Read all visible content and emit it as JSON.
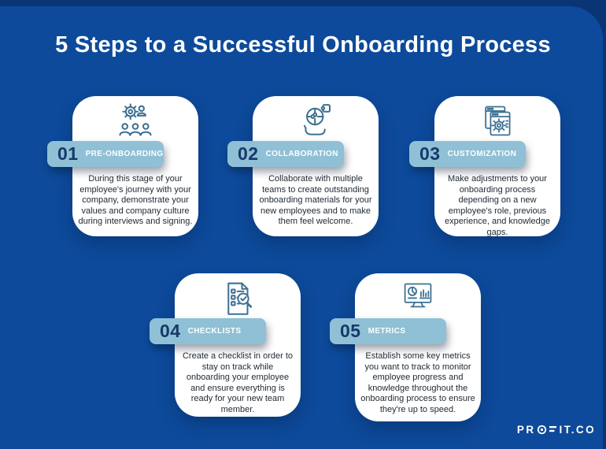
{
  "title": "5 Steps to a Successful Onboarding Process",
  "steps": [
    {
      "number": "01",
      "label": "PRE-ONBOARDING",
      "icon": "team-gear-icon",
      "description": "During this stage of your employee's journey with your company, demonstrate your values and company culture during interviews and signing."
    },
    {
      "number": "02",
      "label": "COLLABORATION",
      "icon": "puzzle-hand-icon",
      "description": "Collaborate with multiple teams to create outstanding onboarding materials for your new employees and to make them feel welcome."
    },
    {
      "number": "03",
      "label": "CUSTOMIZATION",
      "icon": "window-gear-icon",
      "description": "Make adjustments to your onboarding process depending on a new employee's role, previous experience, and knowledge gaps."
    },
    {
      "number": "04",
      "label": "CHECKLISTS",
      "icon": "checklist-magnifier-icon",
      "description": "Create a checklist in order to stay on track while onboarding your employee and ensure everything is ready for your new team member."
    },
    {
      "number": "05",
      "label": "METRICS",
      "icon": "monitor-charts-icon",
      "description": "Establish some key metrics you want to track to monitor employee progress and knowledge throughout the onboarding process to ensure they're up to speed."
    }
  ],
  "logo": {
    "text": "PROFIT.CO",
    "prefix": "PR",
    "suffix": "IT.CO"
  },
  "colors": {
    "backdrop": "#0a3574",
    "background": "#0d4a9b",
    "card": "#ffffff",
    "badge": "#8fc0d5",
    "badge_number": "#16396b",
    "badge_label": "#ffffff",
    "icon_stroke": "#3e7193",
    "body_text": "#1e2933",
    "title_text": "#ffffff"
  }
}
